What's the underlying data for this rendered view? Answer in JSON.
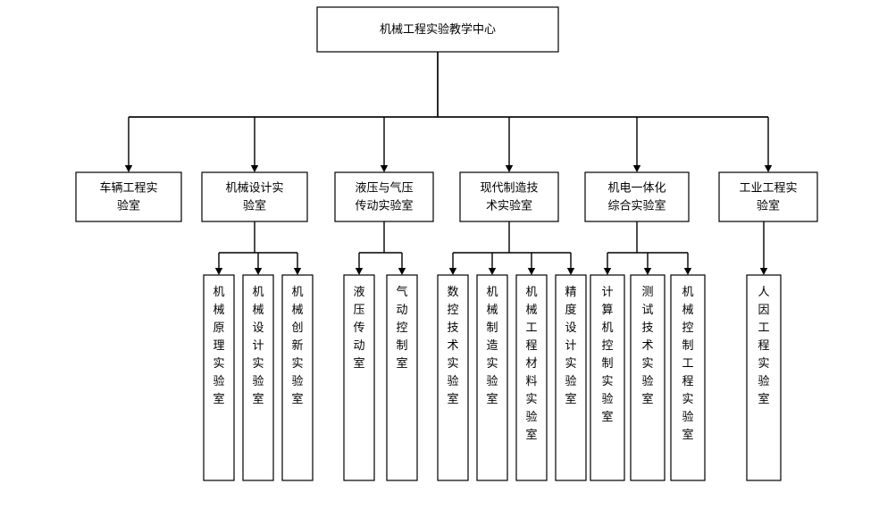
{
  "diagram": {
    "type": "organizational-tree",
    "title_node": "机械工程实验教学中心",
    "orientation": "top-down",
    "colors": {
      "background": "#ffffff",
      "box_fill": "#ffffff",
      "box_stroke": "#000000",
      "connector": "#000000",
      "text": "#000000"
    },
    "root": {
      "label": "机械工程实验教学中心",
      "text_orientation": "horizontal"
    },
    "level2": [
      {
        "label": "车辆工程实\n验室",
        "label_lines": [
          "车辆工程实",
          "验室"
        ],
        "text_orientation": "horizontal"
      },
      {
        "label": "机械设计实\n验室",
        "label_lines": [
          "机械设计实",
          "验室"
        ],
        "text_orientation": "horizontal"
      },
      {
        "label": "液压与气压\n传动实验室",
        "label_lines": [
          "液压与气压",
          "传动实验室"
        ],
        "text_orientation": "horizontal"
      },
      {
        "label": "现代制造技\n术实验室",
        "label_lines": [
          "现代制造技",
          "术实验室"
        ],
        "text_orientation": "horizontal"
      },
      {
        "label": "机电一体化\n综合实验室",
        "label_lines": [
          "机电一体化",
          "综合实验室"
        ],
        "text_orientation": "horizontal"
      },
      {
        "label": "工业工程实\n验室",
        "label_lines": [
          "工业工程实",
          "验室"
        ],
        "text_orientation": "horizontal"
      }
    ],
    "level3": {
      "车辆工程实验室": [],
      "机械设计实验室": [
        "机械原理实验室",
        "机械设计实验室",
        "机械创新实验室"
      ],
      "液压与气压传动实验室": [
        "液压传动室",
        "气动控制室"
      ],
      "现代制造技术实验室": [
        "数控技术实验室",
        "机械制造实验室",
        "机械工程材料实验室",
        "精度设计实验室"
      ],
      "机电一体化综合实验室": [
        "计算机控制实验室",
        "测试技术实验室",
        "机械控制工程实验室"
      ],
      "工业工程实验室": [
        "人因工程实验室"
      ]
    },
    "leaves_flat": [
      "机械原理实验室",
      "机械设计实验室",
      "机械创新实验室",
      "液压传动室",
      "气动控制室",
      "数控技术实验室",
      "机械制造实验室",
      "机械工程材料实验室",
      "精度设计实验室",
      "计算机控制实验室",
      "测试技术实验室",
      "机械控制工程实验室",
      "人因工程实验室"
    ]
  }
}
